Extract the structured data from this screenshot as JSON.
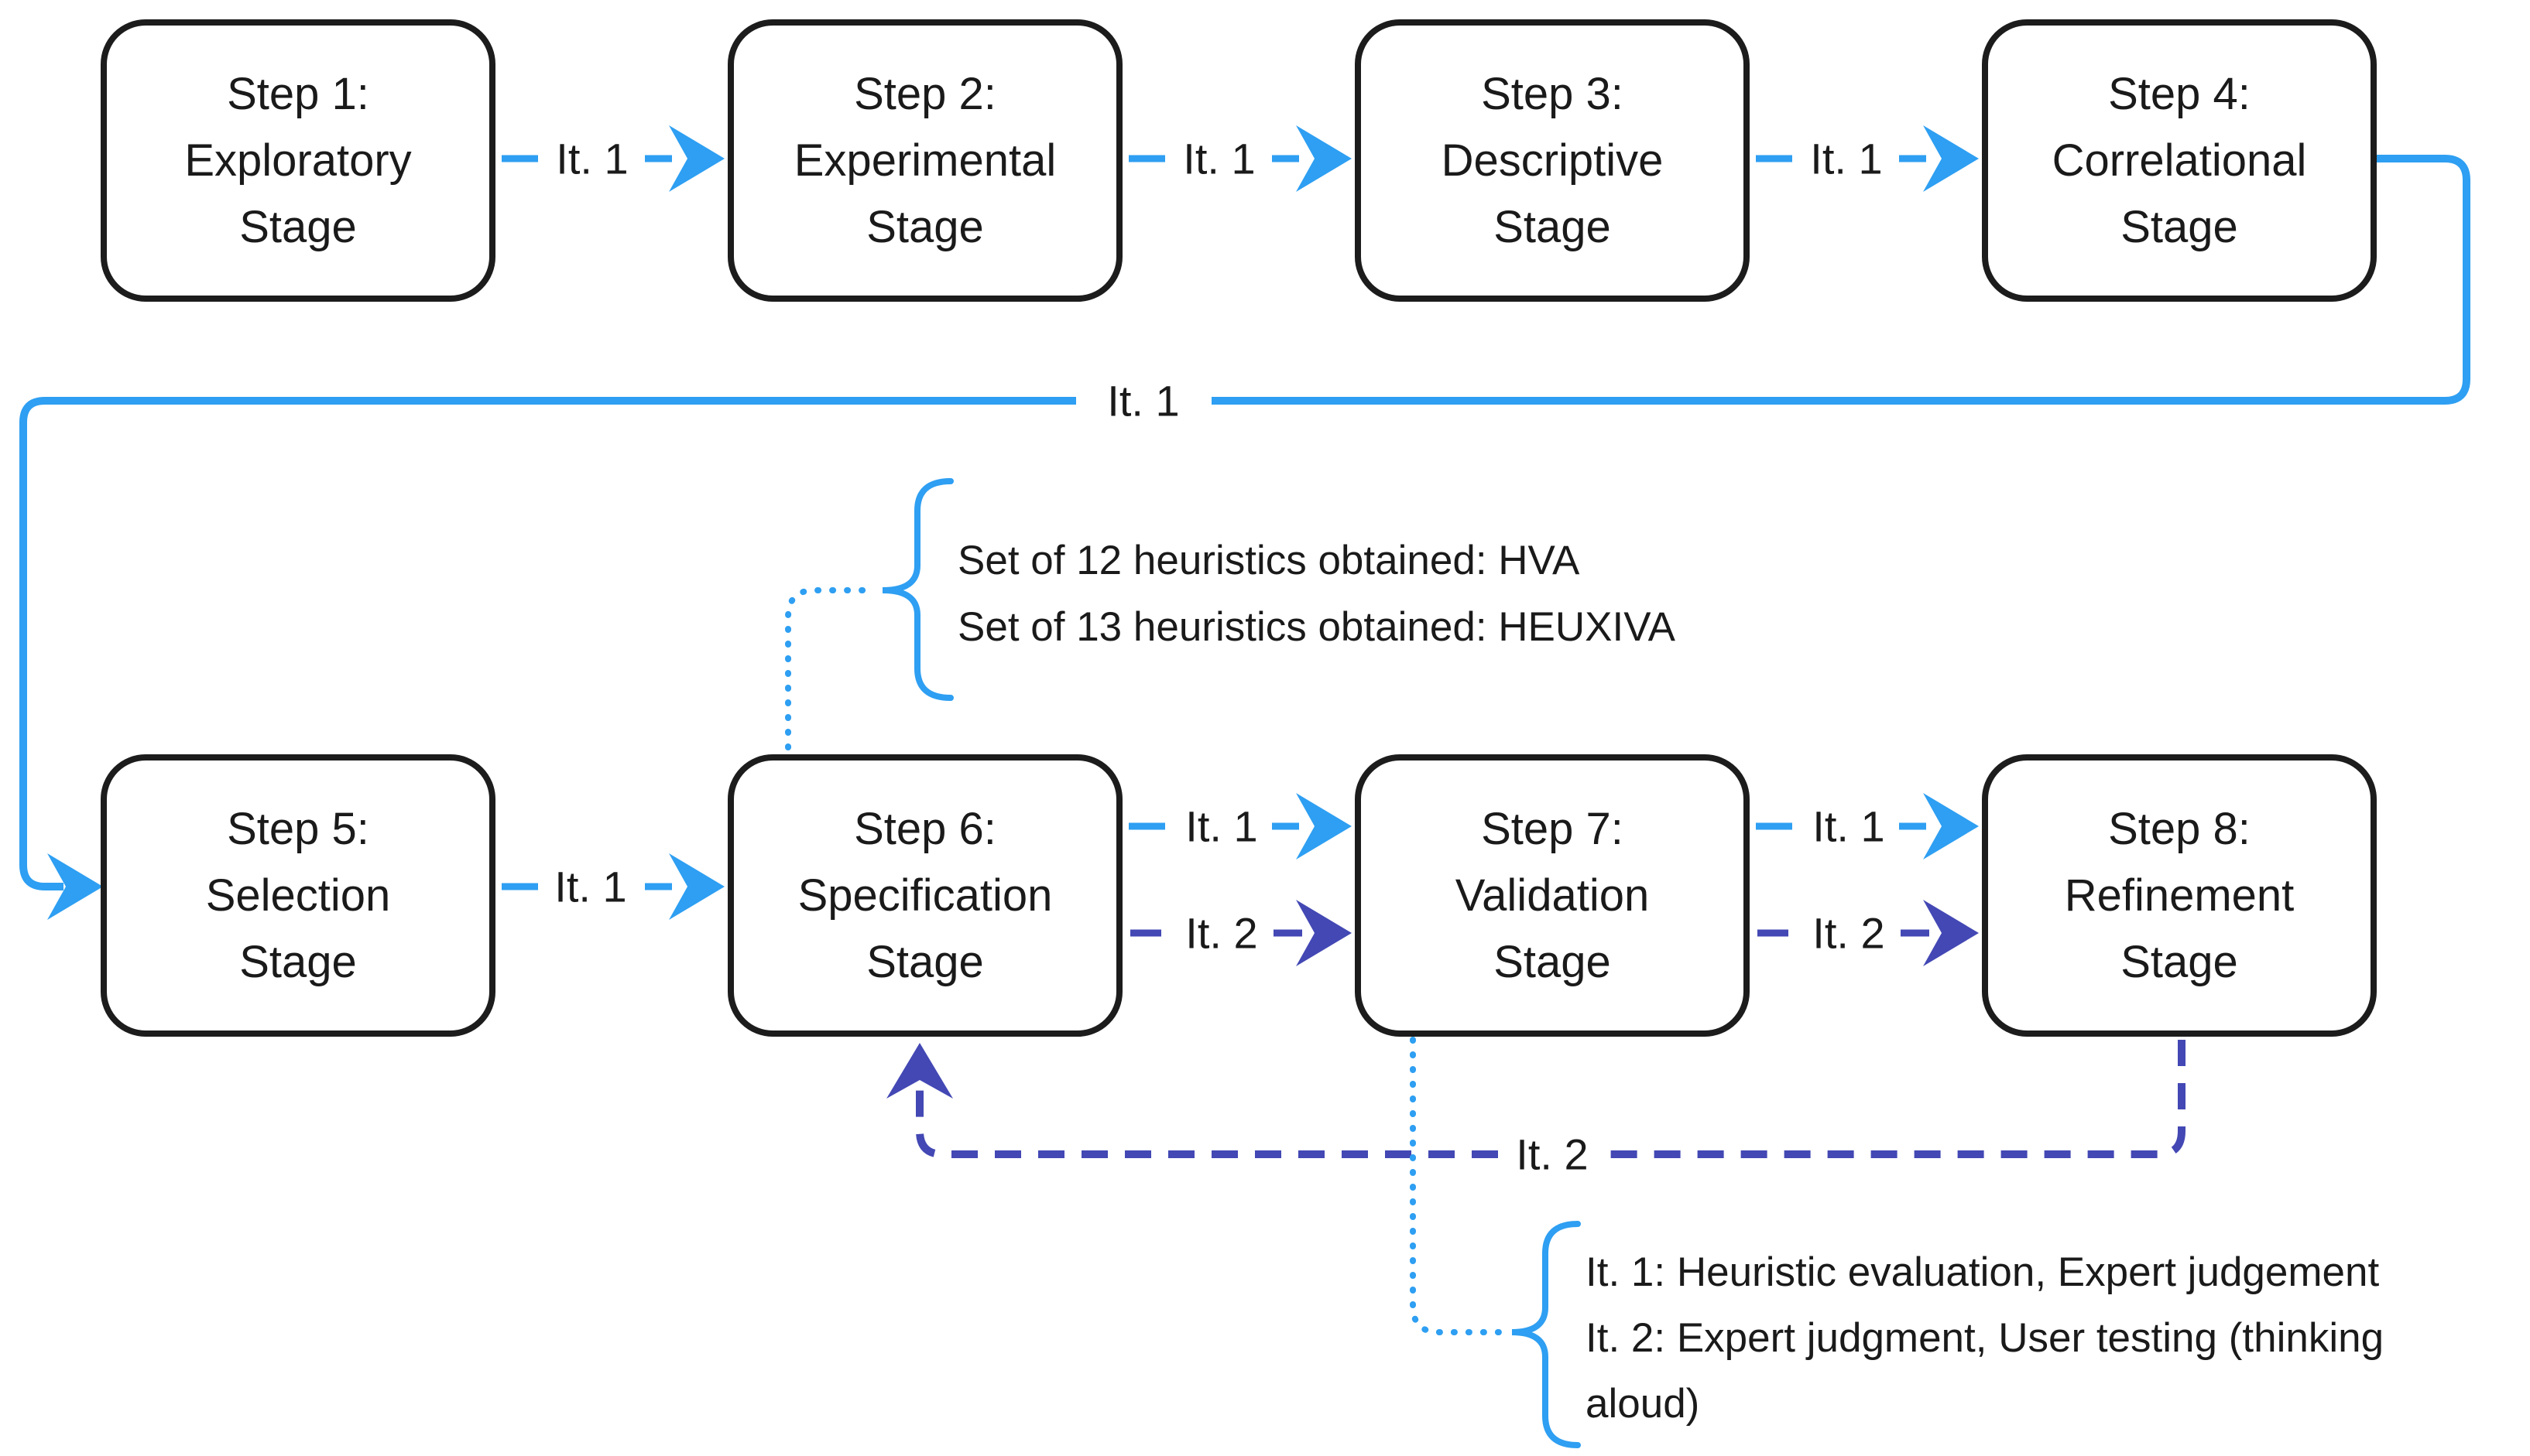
{
  "colors": {
    "accent_blue": "#2e9ff2",
    "accent_indigo": "#4348b4",
    "box_border": "#1c1c1c",
    "text_color": "#1a1a1a",
    "background": "#ffffff"
  },
  "steps": [
    {
      "label": "Step 1:\nExploratory\nStage"
    },
    {
      "label": "Step 2:\nExperimental\nStage"
    },
    {
      "label": "Step 3:\nDescriptive\nStage"
    },
    {
      "label": "Step 4:\nCorrelational\nStage"
    },
    {
      "label": "Step 5:\nSelection\nStage"
    },
    {
      "label": "Step 6:\nSpecification\nStage"
    },
    {
      "label": "Step 7:\nValidation\nStage"
    },
    {
      "label": "Step 8:\nRefinement\nStage"
    }
  ],
  "connector_labels": {
    "s1_s2": "It. 1",
    "s2_s3": "It. 1",
    "s3_s4": "It. 1",
    "s4_s5_wrap": "It. 1",
    "s5_s6": "It. 1",
    "s6_s7_it1": "It. 1",
    "s6_s7_it2": "It. 2",
    "s7_s8_it1": "It. 1",
    "s7_s8_it2": "It. 2",
    "s8_s6_return": "It. 2"
  },
  "annotations": {
    "heuristics_note": {
      "lines": [
        "Set of 12 heuristics obtained: HVA",
        "Set of 13 heuristics obtained: HEUXIVA"
      ]
    },
    "iterations_note": {
      "lines": [
        "It. 1: Heuristic evaluation, Expert judgement",
        "It. 2: Expert judgment, User testing (thinking",
        "aloud)"
      ]
    }
  }
}
